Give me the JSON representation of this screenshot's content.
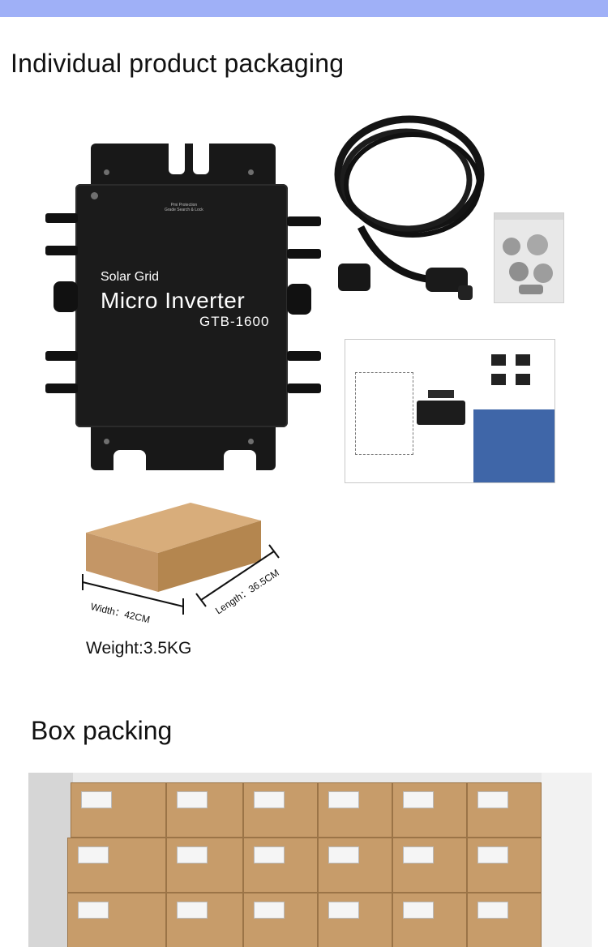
{
  "headings": {
    "individual": "Individual product packaging",
    "box": "Box packing"
  },
  "inverter": {
    "line1": "Solar Grid",
    "line2": "Micro Inverter",
    "model": "GTB-1600",
    "small_lines": [
      "Pmi Protection",
      "Grade Search & Lock"
    ]
  },
  "package": {
    "width_label": "Width：42CM",
    "length_label": "Length：36.5CM",
    "weight_label": "Weight:3.5KG"
  },
  "colors": {
    "top_bar": "#9fb0f7",
    "carton": "#c79c6a",
    "manual_accent": "#3f66a8"
  }
}
